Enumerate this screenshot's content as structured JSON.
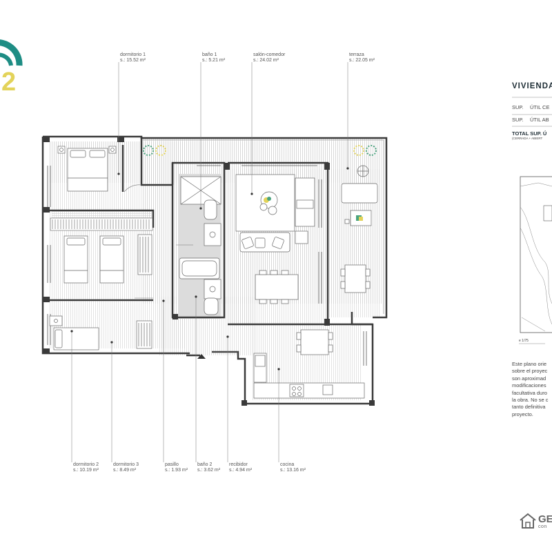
{
  "header": {
    "number_mark": "2"
  },
  "rooms": [
    {
      "id": "dormitorio1",
      "name": "dormitorio 1",
      "area": "s.: 15.52 m²"
    },
    {
      "id": "bano1",
      "name": "baño 1",
      "area": "s.: 5.21 m²"
    },
    {
      "id": "salon",
      "name": "salón-comedor",
      "area": "s.: 24.02 m²"
    },
    {
      "id": "terraza",
      "name": "terraza",
      "area": "s.: 22.05 m²"
    },
    {
      "id": "dormitorio2",
      "name": "dormitorio 2",
      "area": "s.: 10.19 m²"
    },
    {
      "id": "dormitorio3",
      "name": "dormitorio 3",
      "area": "s.: 8.49 m²"
    },
    {
      "id": "pasillo",
      "name": "pasillo",
      "area": "s.: 1.93 m²"
    },
    {
      "id": "bano2",
      "name": "baño 2",
      "area": "s.: 3.62 m²"
    },
    {
      "id": "recibidor",
      "name": "recibidor",
      "area": "s.: 4.94 m²"
    },
    {
      "id": "cocina",
      "name": "cocina",
      "area": "s.: 13.16 m²"
    }
  ],
  "panel": {
    "title": "VIVIENDA",
    "row1_a": "SUP.",
    "row1_b": "ÚTIL CE",
    "row2_a": "SUP.",
    "row2_b": "ÚTIL AB",
    "total": "TOTAL SUP. Ú",
    "total_sub": "(CERRADA + ABIERT",
    "scale": "e 1/75",
    "note": [
      "Este plano orie",
      "sobre el proyec",
      "son aproximad",
      "modificaciones",
      "facultativa duro",
      "la obra. No se c",
      "tanto definitiva",
      "proyecto."
    ]
  },
  "logo": {
    "icon": "house-icon",
    "text": "GE",
    "sub": "con"
  },
  "colors": {
    "accent_teal": "#1e8d84",
    "accent_yellow": "#e3d35a",
    "wall": "#3a3a3a",
    "floor_lines": "#c9c9c9",
    "wet_area": "#dcdcdc",
    "plant_green": "#4aa37e"
  }
}
